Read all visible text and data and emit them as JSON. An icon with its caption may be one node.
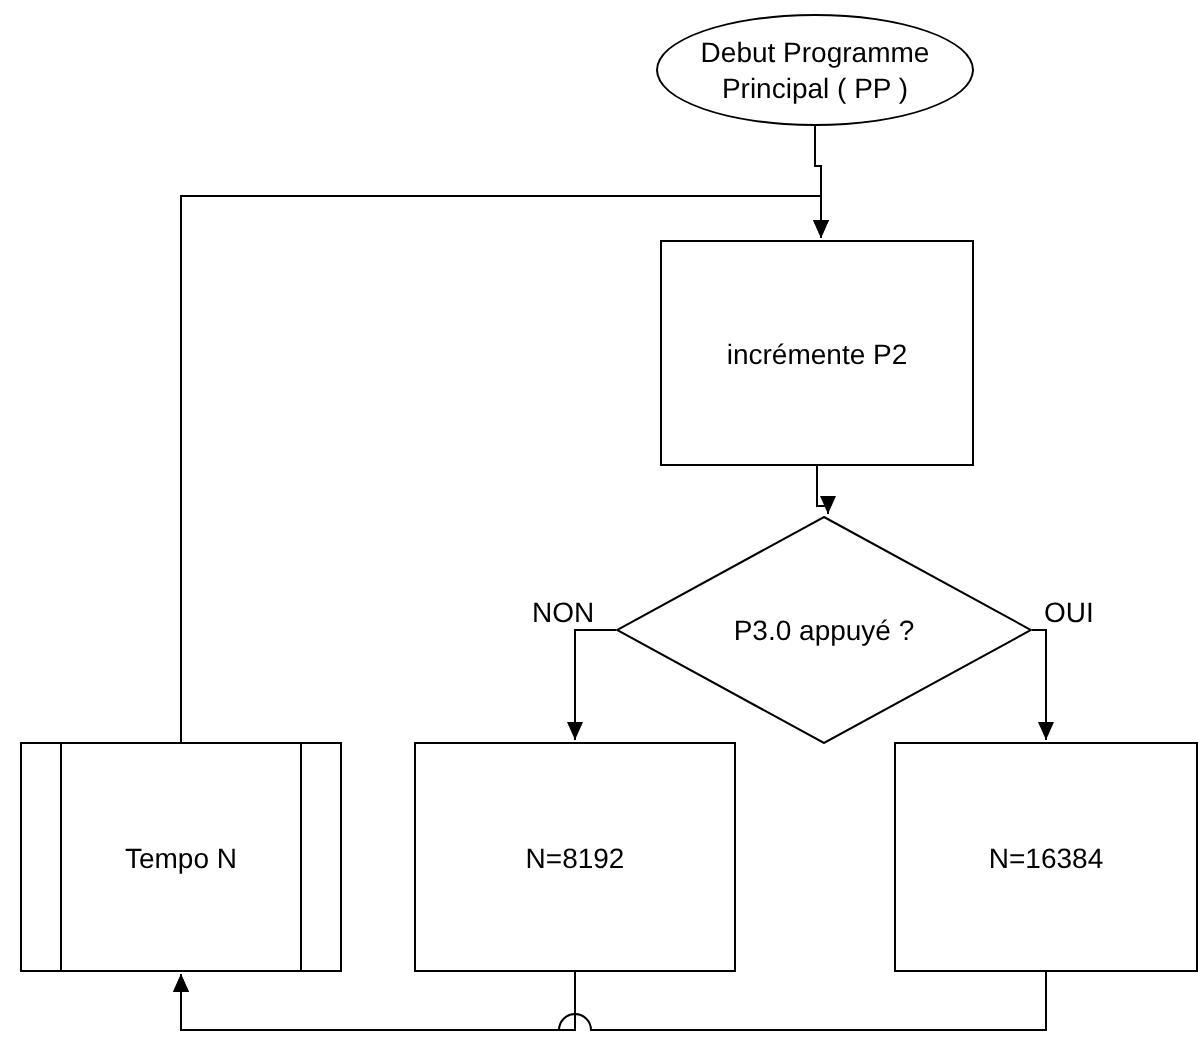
{
  "diagram": {
    "nodes": [
      {
        "text": [
          "Debut Programme Principal ( PP )"
        ]
      },
      {
        "text": [
          "incrémente P2"
        ]
      },
      {
        "text": [
          "P3.0 appuyé ?"
        ]
      },
      {
        "text": [
          "Tempo N"
        ]
      },
      {
        "text": [
          "N=8192"
        ]
      },
      {
        "text": [
          "N=16384"
        ]
      }
    ],
    "edges": [
      {
        "from": 0,
        "to": 1,
        "arrow": "to"
      },
      {
        "from": 3,
        "to": 1,
        "arrow": "to"
      },
      {
        "from": 1,
        "to": 2,
        "arrow": "to"
      },
      {
        "from": 2,
        "to": 4,
        "arrow": "to",
        "label": "NON"
      },
      {
        "from": 2,
        "to": 5,
        "arrow": "to",
        "label": "OUI"
      },
      {
        "from": 4,
        "to": 3,
        "arrow": "to"
      },
      {
        "from": 5,
        "to": 3,
        "arrow": "to"
      }
    ]
  }
}
